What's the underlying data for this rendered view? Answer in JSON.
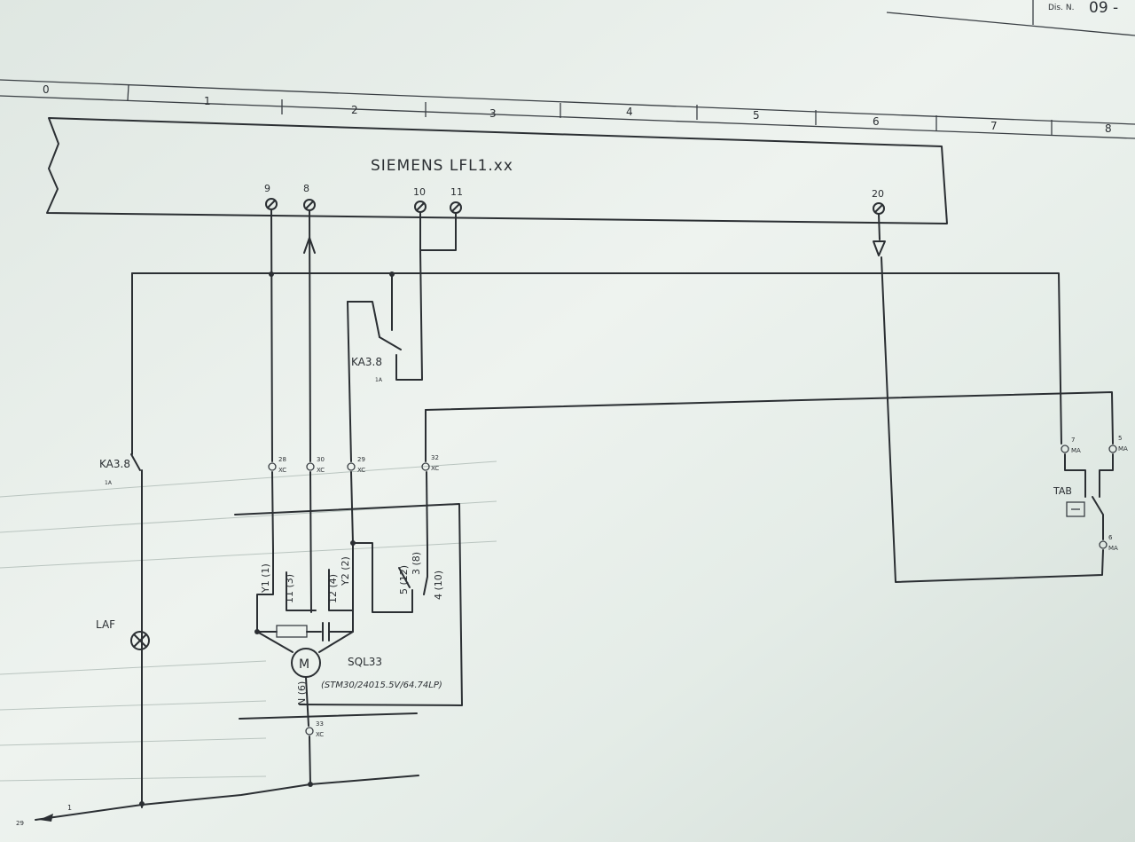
{
  "title_block": {
    "label": "Dis. N.",
    "value": "09 -"
  },
  "columns": [
    "0",
    "1",
    "2",
    "3",
    "4",
    "5",
    "6",
    "7",
    "8"
  ],
  "controller": {
    "name": "SIEMENS LFL1.xx",
    "terminals": [
      "9",
      "8",
      "10",
      "11",
      "20"
    ]
  },
  "components": {
    "relay_upper": {
      "name": "KA3.8",
      "ref": "1A"
    },
    "relay_left": {
      "name": "KA3.8",
      "ref": "1A"
    },
    "lamp": {
      "name": "LAF"
    },
    "motor": {
      "symbol": "M",
      "name": "SQL33",
      "spec": "(STM30/24015.5V/64.74LP)",
      "neutral": "N (6)"
    },
    "switch_tab": {
      "name": "TAB"
    }
  },
  "motor_terminals": [
    "Y1 (1)",
    "11 (3)",
    "12 (4)",
    "Y2 (2)",
    "5 (12)",
    "3 (8)",
    "4 (10)"
  ],
  "connectors": [
    {
      "num": "28",
      "code": "XC"
    },
    {
      "num": "30",
      "code": "XC"
    },
    {
      "num": "29",
      "code": "XC"
    },
    {
      "num": "32",
      "code": "XC"
    },
    {
      "num": "33",
      "code": "XC"
    },
    {
      "num": "7",
      "code": "MA"
    },
    {
      "num": "5",
      "code": "MA"
    },
    {
      "num": "6",
      "code": "MA"
    }
  ],
  "line_ref": {
    "sheet": "29",
    "wire": "1"
  }
}
